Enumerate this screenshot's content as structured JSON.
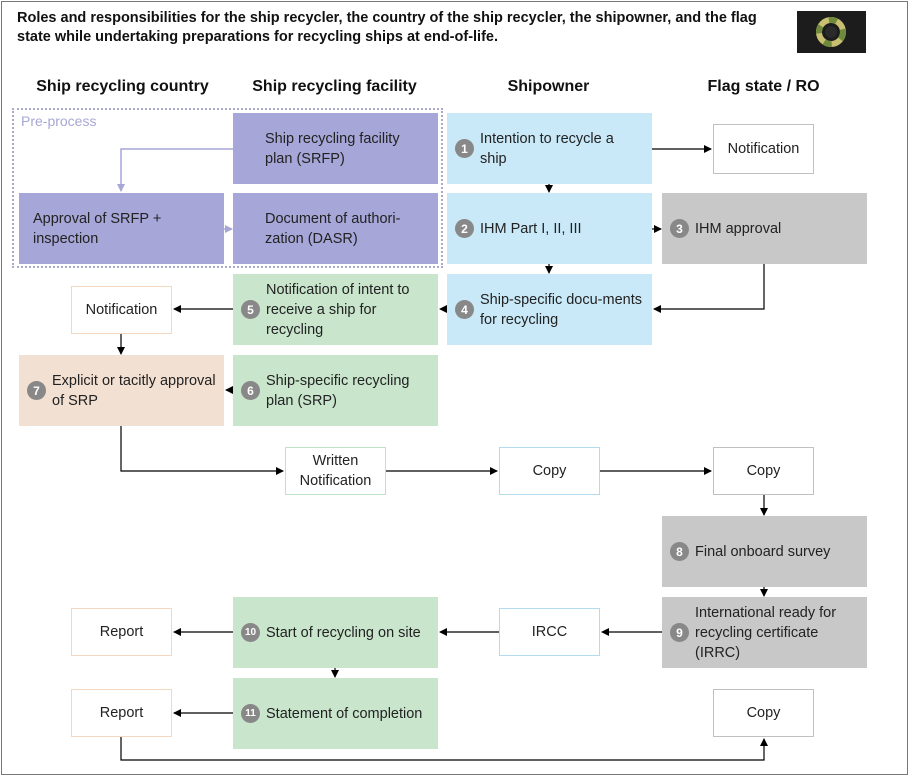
{
  "title": "Roles and responsibilities for the ship recycler, the country of the ship recycler, the shipowner, and the flag state while undertaking preparations for recycling ships at end-of-life.",
  "columns": [
    "Ship recycling country",
    "Ship recycling facility",
    "Shipowner",
    "Flag state / RO"
  ],
  "preprocess_label": "Pre-process",
  "colors": {
    "facility_plan": "#a6a6d8",
    "shipowner": "#c9e9f8",
    "facility": "#c9e6cd",
    "flag_state": "#c8c8c8",
    "country": "#f2e0d2"
  },
  "boxes": {
    "srfp": "Ship recycling facility plan (SRFP)",
    "srfp_approval": "Approval of SRFP + inspection",
    "dasr": "Document of authori-zation (DASR)",
    "intention": "Intention to recycle a ship",
    "notification_flag": "Notification",
    "ihm_parts": "IHM Part I, II, III",
    "ihm_approval": "IHM approval",
    "ship_docs": "Ship-specific docu-ments for recycling",
    "notify_intent": "Notification of intent to receive a ship for recycling",
    "notification_country": "Notification",
    "srp": "Ship-specific recycling plan (SRP)",
    "srp_approval": "Explicit or tacitly approval of SRP",
    "written_notification": "Written Notification",
    "copy_shipowner": "Copy",
    "copy_flag": "Copy",
    "final_survey": "Final onboard survey",
    "irrc": "International ready for recycling certificate (IRRC)",
    "ircc": "IRCC",
    "start_recycling": "Start of recycling on site",
    "report_1": "Report",
    "statement": "Statement of completion",
    "report_2": "Report",
    "copy_final": "Copy"
  },
  "steps": {
    "intention": "1",
    "ihm_parts": "2",
    "ihm_approval": "3",
    "ship_docs": "4",
    "notify_intent": "5",
    "srp": "6",
    "srp_approval": "7",
    "final_survey": "8",
    "irrc": "9",
    "start_recycling": "10",
    "statement": "11"
  }
}
